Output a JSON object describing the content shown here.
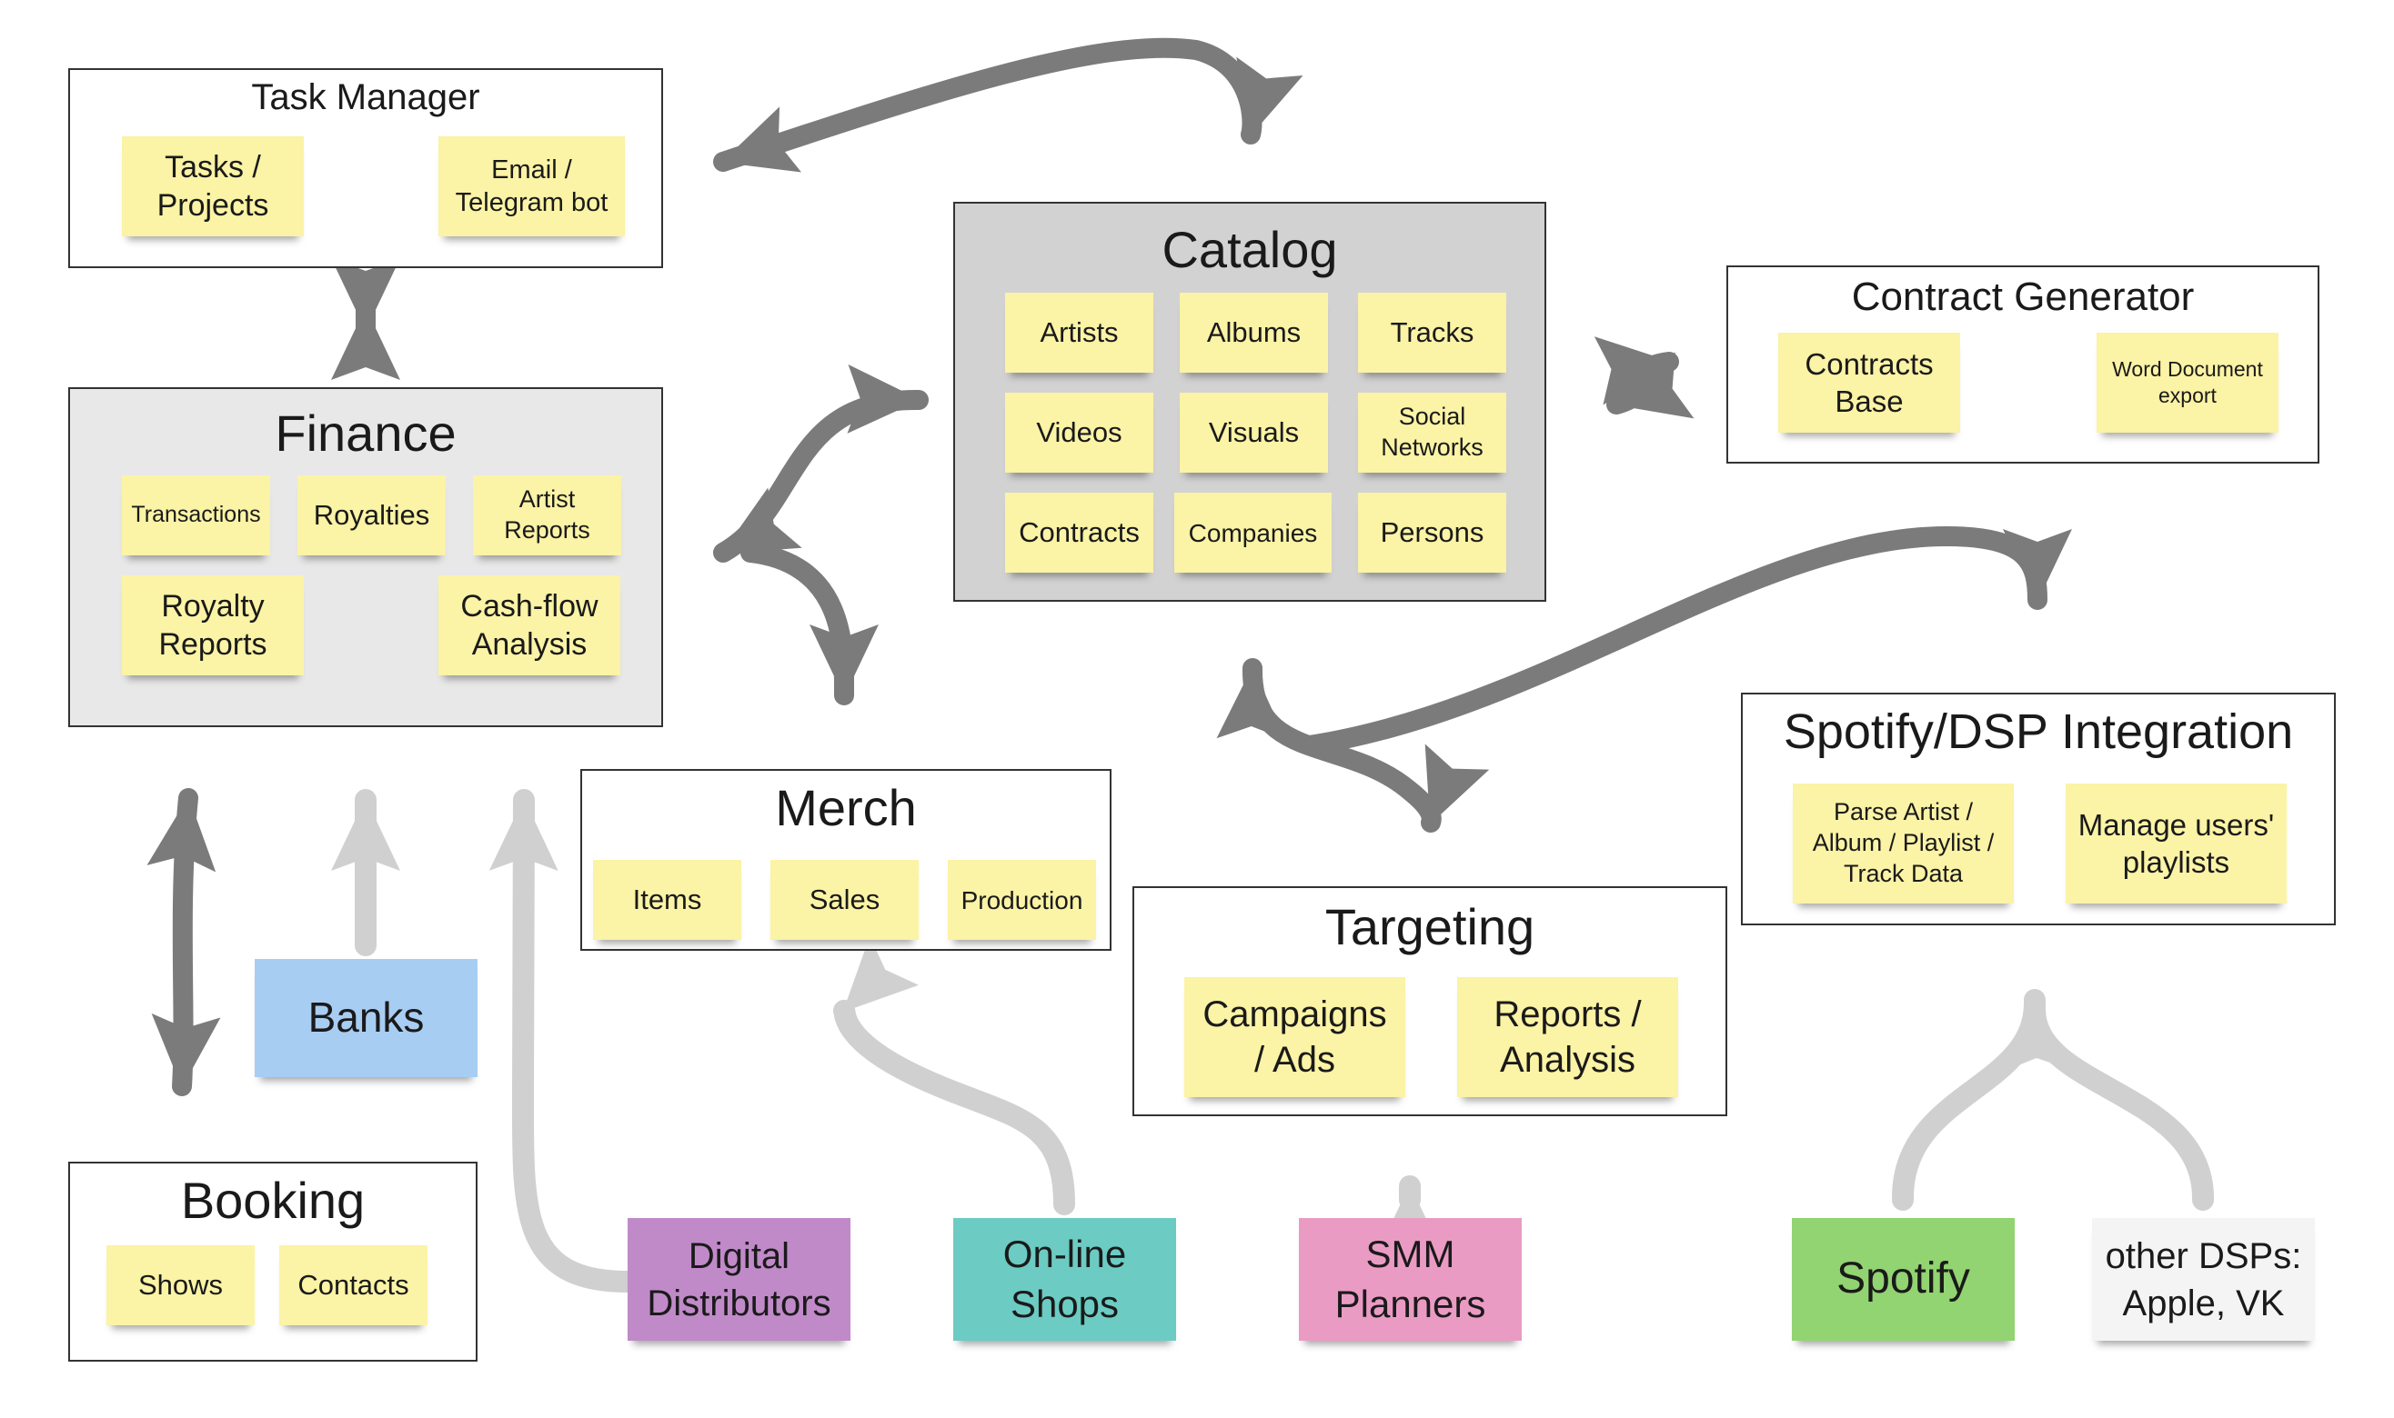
{
  "colors": {
    "dark_arrow": "#7b7b7b",
    "light_arrow": "#d0d0d0",
    "sticky_yellow": "#fbf3a5",
    "banks_blue": "#a8cdf3",
    "distributors_purple": "#c08ac9",
    "shops_teal": "#6ccbc3",
    "smm_pink": "#ea9bc4",
    "spotify_green": "#92d372",
    "other_dsp_white": "#f4f4f4"
  },
  "task_manager": {
    "title": "Task Manager",
    "notes": [
      "Tasks /\nProjects",
      "Email /\nTelegram bot"
    ]
  },
  "catalog": {
    "title": "Catalog",
    "notes": [
      "Artists",
      "Albums",
      "Tracks",
      "Videos",
      "Visuals",
      "Social\nNetworks",
      "Contracts",
      "Companies",
      "Persons"
    ]
  },
  "contract_generator": {
    "title": "Contract Generator",
    "notes": [
      "Contracts\nBase",
      "Word Document\nexport"
    ]
  },
  "finance": {
    "title": "Finance",
    "notes": [
      "Transactions",
      "Royalties",
      "Artist\nReports",
      "Royalty\nReports",
      "Cash-flow\nAnalysis"
    ]
  },
  "merch": {
    "title": "Merch",
    "notes": [
      "Items",
      "Sales",
      "Production"
    ]
  },
  "targeting": {
    "title": "Targeting",
    "notes": [
      "Campaigns\n/ Ads",
      "Reports /\nAnalysis"
    ]
  },
  "spotify_integration": {
    "title": "Spotify/DSP Integration",
    "notes": [
      "Parse Artist /\nAlbum / Playlist /\nTrack Data",
      "Manage users'\nplaylists"
    ]
  },
  "booking": {
    "title": "Booking",
    "notes": [
      "Shows",
      "Contacts"
    ]
  },
  "sources": {
    "banks": "Banks",
    "digital_distributors": "Digital\nDistributors",
    "online_shops": "On-line\nShops",
    "smm_planners": "SMM\nPlanners",
    "spotify": "Spotify",
    "other_dsps": "other DSPs:\nApple, VK"
  }
}
